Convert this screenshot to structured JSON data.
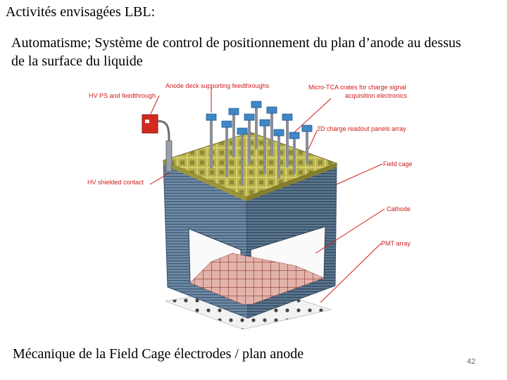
{
  "slide": {
    "title": "Activités envisagées LBL:",
    "subtitle": "Automatisme; Système de control de positionnement du plan d’anode au dessus de la surface du liquide",
    "caption": "Mécanique de la Field Cage électrodes / plan anode",
    "page_number": "42"
  },
  "diagram": {
    "labels": {
      "anode_deck": "Anode deck supporting feedthroughs",
      "hv_ps": "HV PS and feedthrough",
      "micro_tca_1": "Micro-TCA crates for charge signal",
      "micro_tca_2": "acquisition electronics",
      "charge_readout": "2D charge readout panels array",
      "field_cage": "Field cage",
      "hv_contact": "HV shielded contact",
      "cathode": "Cathode",
      "pmt": "PMT array"
    },
    "colors": {
      "label": "#d11a1a",
      "field_cage": "#5f7d9a",
      "anode": "#c9c25a",
      "cathode_floor": "#c98a80",
      "hv_box": "#d42a1e",
      "feedthrough": "#3f87c7"
    }
  }
}
